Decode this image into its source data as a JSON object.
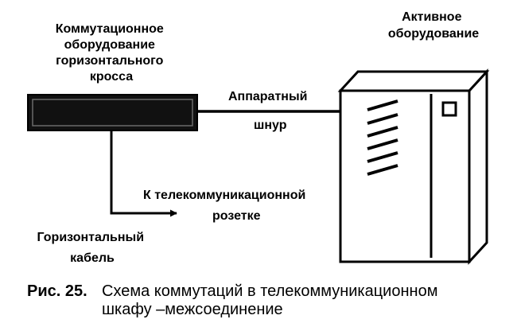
{
  "labels": {
    "panel": [
      "Коммутационное",
      "оборудование",
      "горизонтального",
      "кросса"
    ],
    "active": [
      "Активное",
      "оборудование"
    ],
    "patch_cord": [
      "Аппаратный",
      "шнур"
    ],
    "outlet": [
      "К телекоммуникационной",
      "розетке"
    ],
    "cable": [
      "Горизонтальный",
      "кабель"
    ]
  },
  "caption": {
    "figure": "Рис. 25.",
    "line1": "Схема коммутаций в телекоммуникационном",
    "line2": "шкафу –межсоединение"
  }
}
